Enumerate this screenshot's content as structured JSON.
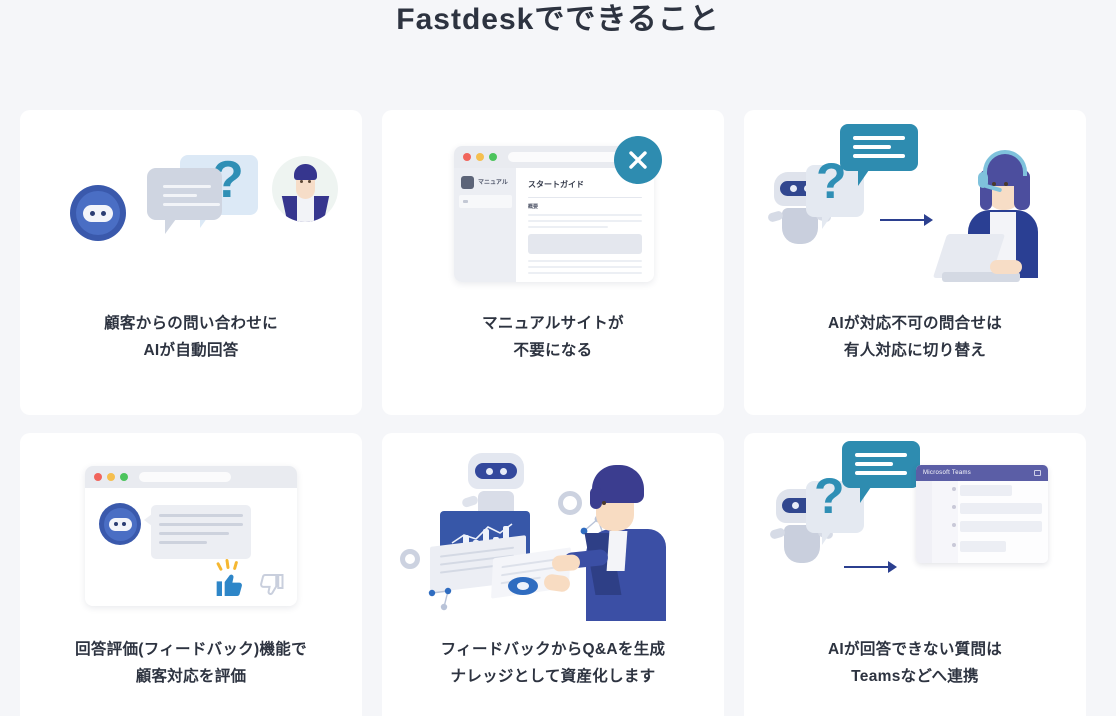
{
  "page": {
    "title": "Fastdeskでできること",
    "background_color": "#f5f6f9",
    "card_background": "#ffffff",
    "text_color": "#2d3340",
    "accent_blue": "#3a59ac",
    "accent_teal": "#2e8cb0",
    "teams_purple": "#5b5ea6"
  },
  "cards": [
    {
      "id": "card-auto-answer",
      "caption_line1": "顧客からの問い合わせに",
      "caption_line2": "AIが自動回答",
      "illustration": "bot-chat-question-person",
      "icons": [
        "bot-avatar-icon",
        "chat-bubble-icon",
        "question-mark-icon",
        "person-avatar-icon"
      ]
    },
    {
      "id": "card-no-manual-site",
      "caption_line1": "マニュアルサイトが",
      "caption_line2": "不要になる",
      "illustration": "browser-manual-site-crossed-out",
      "icons": [
        "browser-window-icon",
        "close-x-icon"
      ],
      "browser": {
        "sidebar_label": "マニュアル",
        "content_title": "スタートガイド",
        "content_subtitle": "概要"
      }
    },
    {
      "id": "card-handoff-to-human",
      "caption_line1": "AIが対応不可の問合せは",
      "caption_line2": "有人対応に切り替え",
      "illustration": "robot-question-arrow-agent",
      "icons": [
        "robot-icon",
        "question-mark-icon",
        "chat-bubble-icon",
        "arrow-right-icon",
        "support-agent-icon"
      ]
    },
    {
      "id": "card-feedback-rating",
      "caption_line1": "回答評価(フィードバック)機能で",
      "caption_line2": "顧客対応を評価",
      "illustration": "browser-chat-thumbs",
      "icons": [
        "browser-window-icon",
        "bot-avatar-icon",
        "thumbs-up-icon",
        "thumbs-down-icon"
      ]
    },
    {
      "id": "card-generate-qa",
      "caption_line1": "フィードバックからQ&Aを生成",
      "caption_line2": "ナレッジとして資産化します",
      "illustration": "robot-analytics-businessman",
      "icons": [
        "robot-icon",
        "chart-screen-icon",
        "gear-icon",
        "document-icon",
        "businessman-icon"
      ]
    },
    {
      "id": "card-teams-integration",
      "caption_line1": "AIが回答できない質問は",
      "caption_line2": "Teamsなどへ連携",
      "illustration": "robot-question-arrow-teams",
      "icons": [
        "robot-icon",
        "question-mark-icon",
        "chat-bubble-icon",
        "arrow-right-icon",
        "teams-window-icon"
      ],
      "teams": {
        "window_title": "Microsoft Teams"
      }
    }
  ]
}
